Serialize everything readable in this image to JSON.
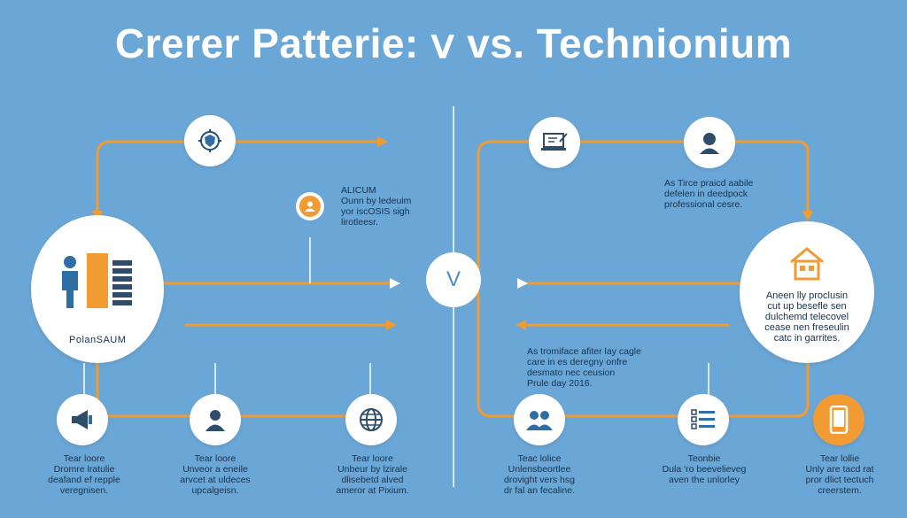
{
  "title": "Crerer Patterie: ⅴ vs. Technionium",
  "vs_label": "V",
  "colors": {
    "background": "#6aa6d6",
    "line": "#f29b33",
    "node": "#ffffff",
    "text": "#16324f"
  },
  "left": {
    "hub_label": "PolanSAUM",
    "callout": "ALICUM\nOunn by ledeuim\nyor iscOSIS sigh\nlirotleesr.",
    "bottom": [
      {
        "icon": "megaphone-icon",
        "text": "Tear loore\nDromre lratulie\ndeafand ef repple\nveregnisen."
      },
      {
        "icon": "person-icon",
        "text": "Tear loore\nUnveor a eneile\narvcet at uldeces\nupcalgeisn."
      },
      {
        "icon": "globe-icon",
        "text": "Tear loore\nUnbeur by lzirale\ndlisebetd alved\nameror at Pixium."
      }
    ]
  },
  "right": {
    "top_text": "As Tirce praicd aabile\ndefelen in deedpock\nprofessional cesre.",
    "hub_text": "Aneen lly proclusin\ncut up besefle sen\ndulchemd telecovel\ncease nen freseulin\ncatc in garrites.",
    "mid_text": "As tromiface afiter lay cagle\ncare in es deregny onfre\ndesmato nec ceusion\nPrule day 2016.",
    "bottom": [
      {
        "icon": "people-icon",
        "text": "Teac lolice\nUnlensbeortlee\ndrovight vers hsg\ndr fal an fecaline."
      },
      {
        "icon": "checklist-icon",
        "text": "Teonbie\nDula 'ro beevelieveg\naven the unlorley"
      },
      {
        "icon": "phone-icon",
        "text": "Tear lollie\nUnly are tacd rat\npror dlict tectuch\ncreerstem."
      }
    ]
  }
}
